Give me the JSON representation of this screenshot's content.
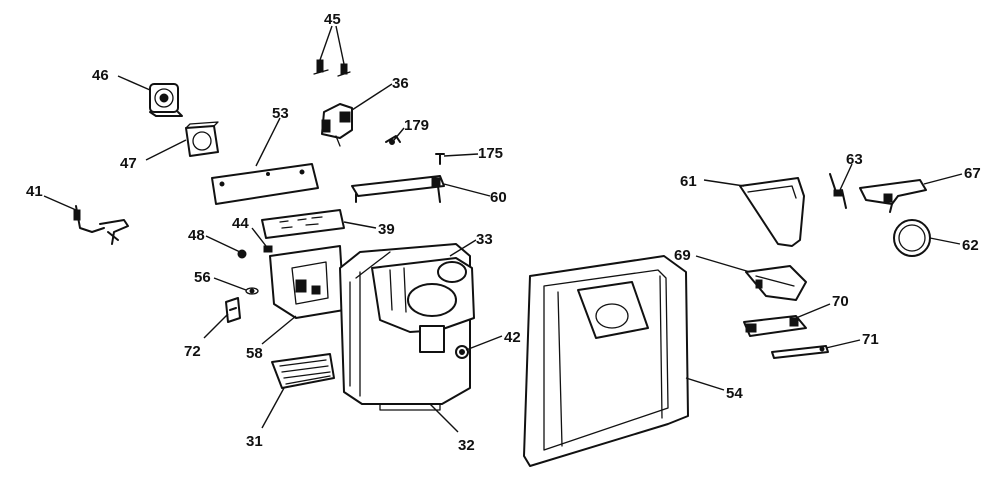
{
  "callouts": {
    "c45": "45",
    "c46": "46",
    "c36": "36",
    "c179": "179",
    "c53": "53",
    "c175": "175",
    "c47": "47",
    "c41": "41",
    "c60": "60",
    "c44": "44",
    "c39": "39",
    "c48": "48",
    "c33": "33",
    "c56": "56",
    "c72": "72",
    "c58": "58",
    "c42": "42",
    "c31": "31",
    "c32": "32",
    "c61": "61",
    "c63": "63",
    "c67": "67",
    "c62": "62",
    "c69": "69",
    "c70": "70",
    "c71": "71",
    "c54": "54"
  }
}
